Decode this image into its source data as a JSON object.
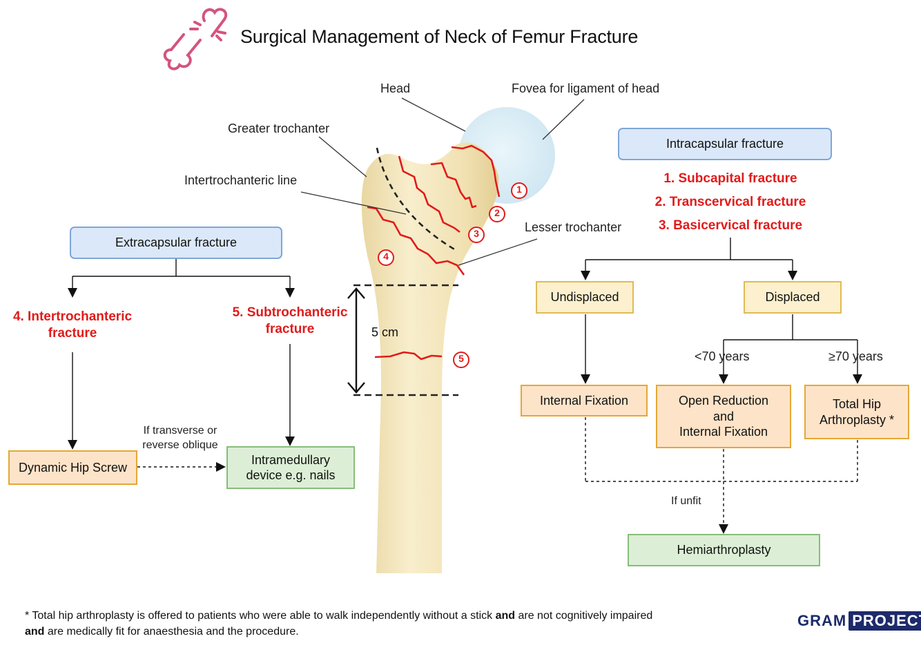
{
  "title": "Surgical Management of Neck of Femur Fracture",
  "anatomy": {
    "head": "Head",
    "fovea": "Fovea for ligament of head",
    "greater_trochanter": "Greater trochanter",
    "intertrochanteric_line": "Intertrochanteric line",
    "lesser_trochanter": "Lesser trochanter",
    "distance": "5 cm",
    "markers": [
      "1",
      "2",
      "3",
      "4",
      "5"
    ]
  },
  "intracapsular": {
    "heading": "Intracapsular fracture",
    "types": [
      "1. Subcapital fracture",
      "2. Transcervical fracture",
      "3. Basicervical fracture"
    ],
    "undisplaced": "Undisplaced",
    "displaced": "Displaced",
    "under70": "<70 years",
    "over70": "≥70 years",
    "internal_fixation": "Internal Fixation",
    "orif_line1": "Open Reduction",
    "orif_line2": "and",
    "orif_line3": "Internal Fixation",
    "tha_line1": "Total Hip",
    "tha_line2": "Arthroplasty *",
    "if_unfit": "If unfit",
    "hemiarthroplasty": "Hemiarthroplasty"
  },
  "extracapsular": {
    "heading": "Extracapsular fracture",
    "intertroch_line1": "4. Intertrochanteric",
    "intertroch_line2": "fracture",
    "subtroch_line1": "5. Subtrochanteric",
    "subtroch_line2": "fracture",
    "dhs": "Dynamic Hip Screw",
    "im_line1": "Intramedullary",
    "im_line2": "device e.g. nails",
    "transverse_line1": "If transverse or",
    "transverse_line2": "reverse oblique"
  },
  "footnote": {
    "part1": "* Total hip arthroplasty is offered to patients who were able to walk independently without a stick ",
    "bold1": "and",
    "part2": " are not cognitively impaired",
    "bold2": "and",
    "part3": " are medically fit for anaesthesia and the procedure."
  },
  "logo": {
    "word1": "GRAM",
    "word2": "PROJECT"
  },
  "colors": {
    "red": "#e11b1b",
    "bone": "#f3e6bf",
    "pink": "#d4547e",
    "navy": "#1d2a6b"
  }
}
